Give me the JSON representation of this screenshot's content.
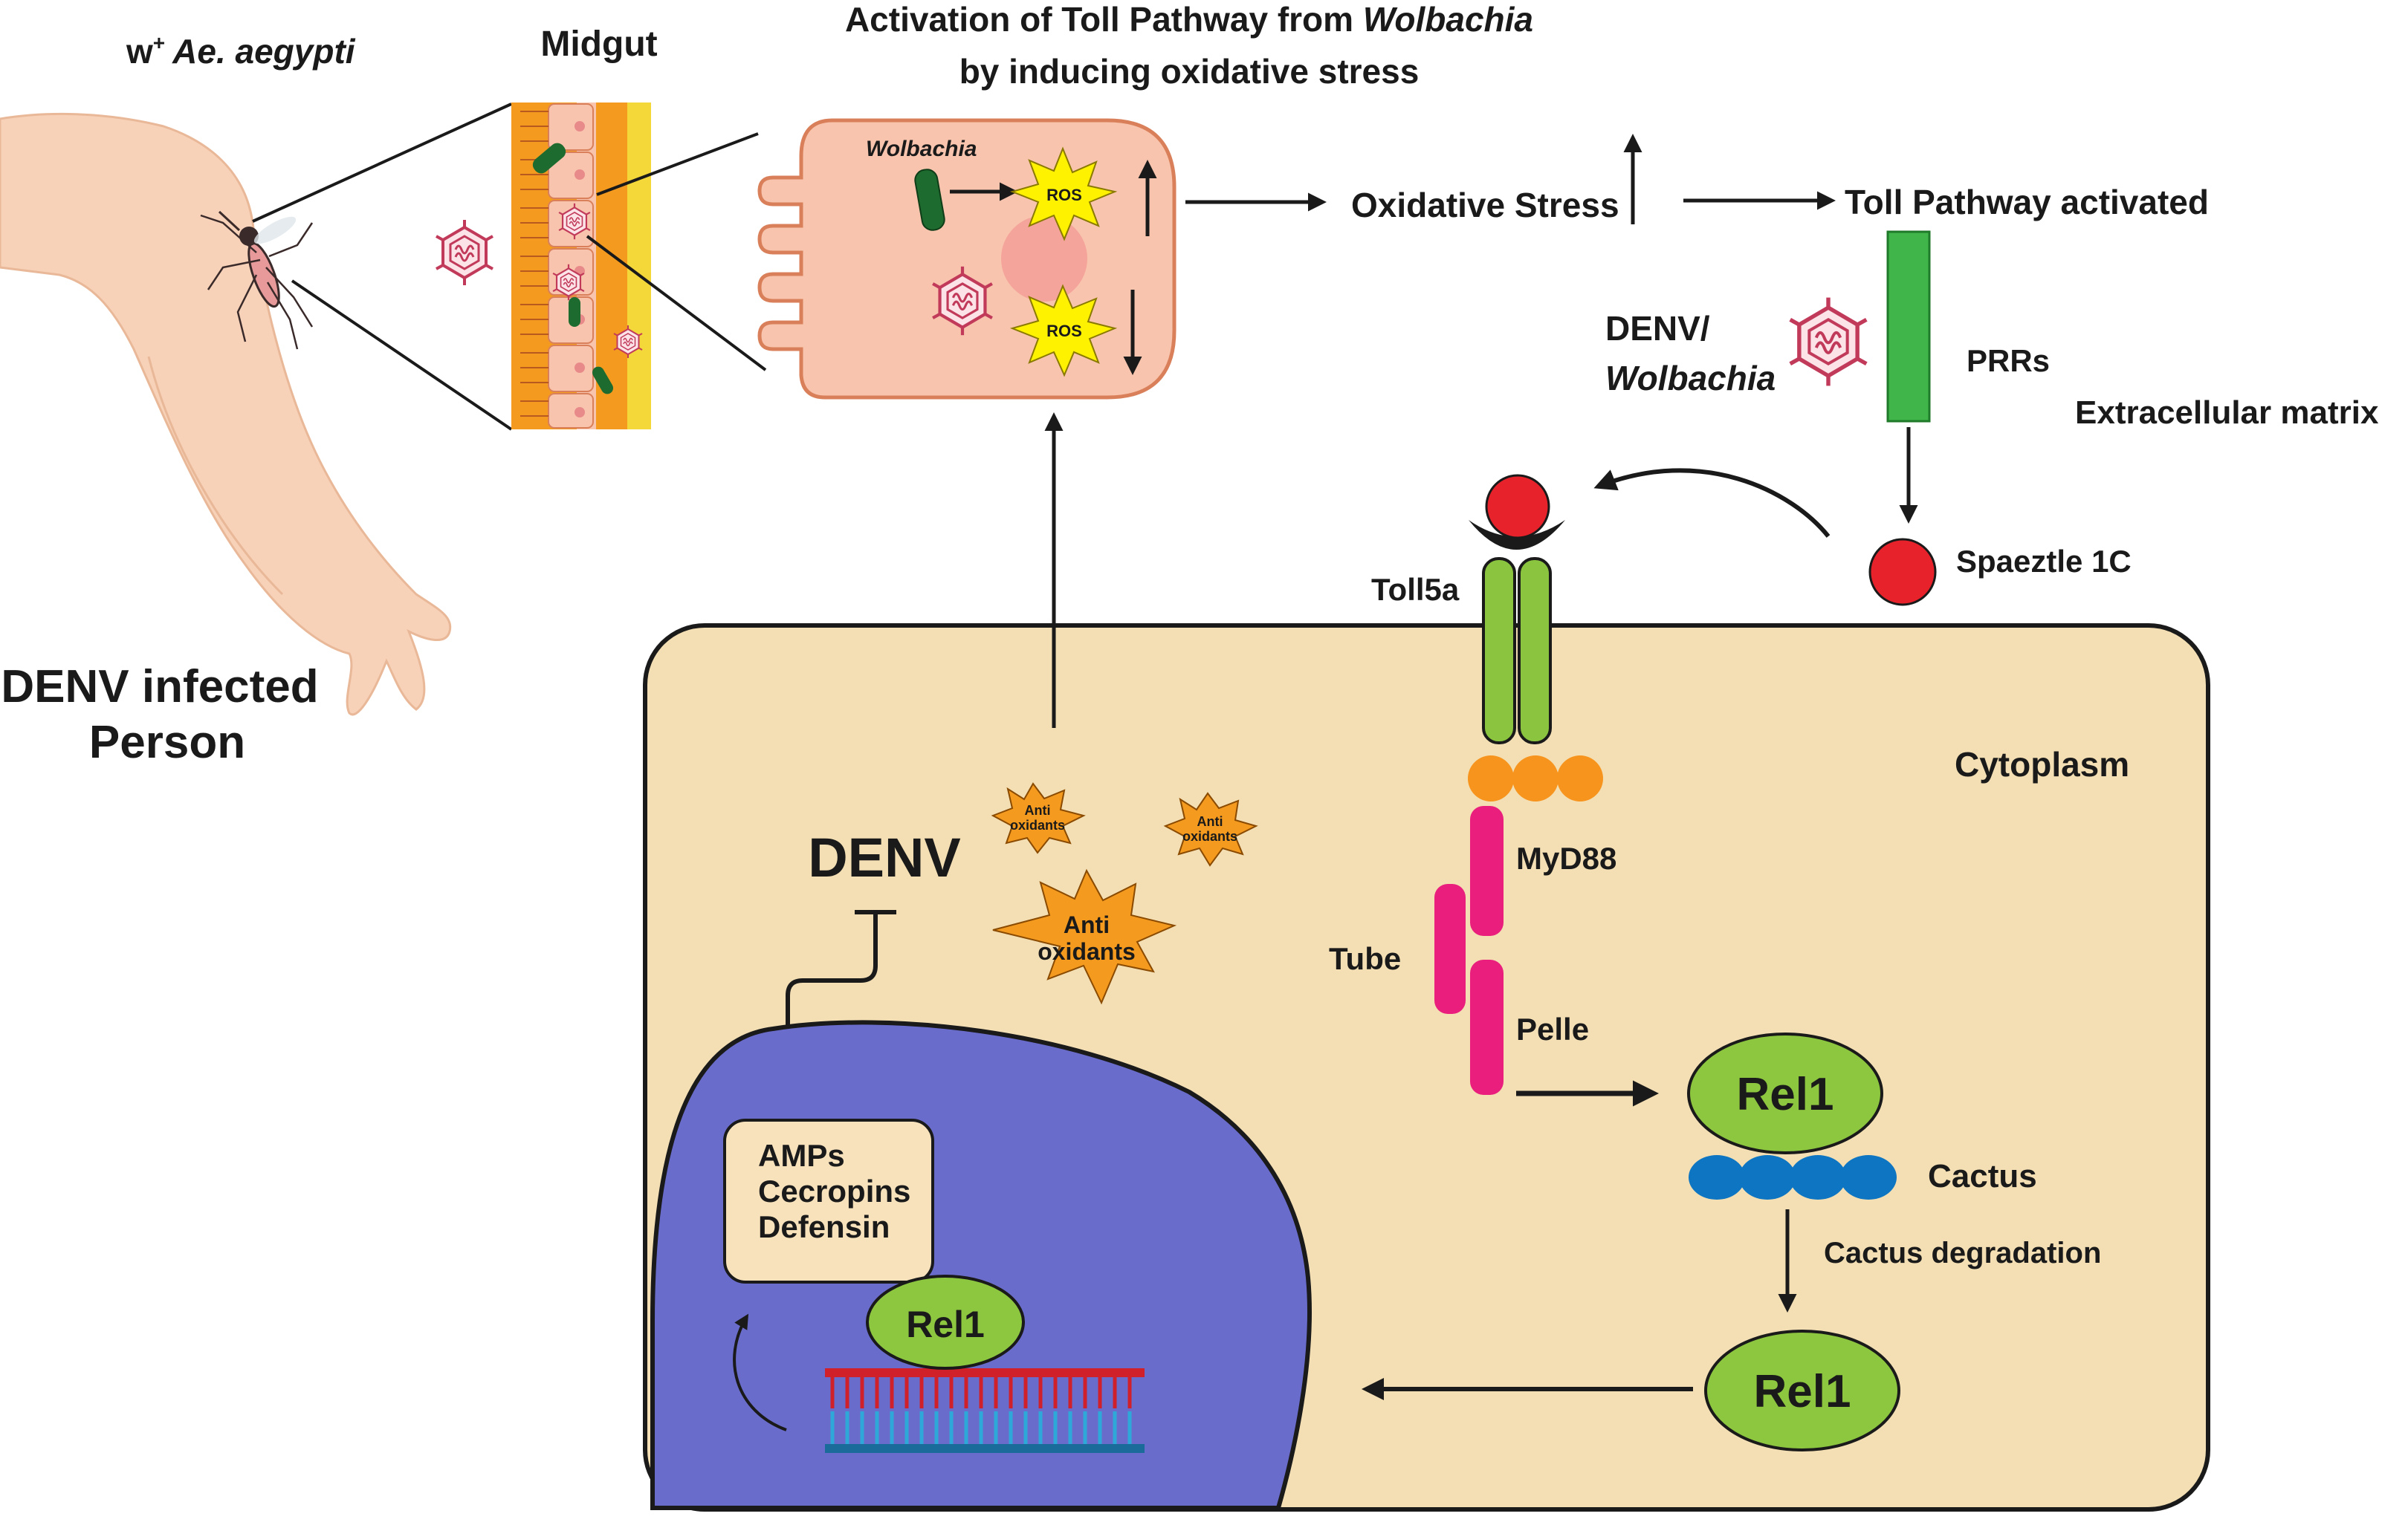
{
  "colors": {
    "cytoplasm": "#f3dfb3",
    "nucleus": "#6a6ccc",
    "midgut_cell": "#f8c4ad",
    "wolbachia": "#1e6b2f",
    "ros": "#fff200",
    "antioxidant": "#f49a1f",
    "receptor_green": "#8bc53f",
    "prr_green": "#3fb54a",
    "spaetzle_red": "#e8222a",
    "myd88_pink": "#e91e7d",
    "adapter_orange": "#f7941d",
    "cactus_blue": "#0d75c2",
    "rel1_green": "#8dc63f",
    "virus_pink": "#d4506e"
  },
  "labels": {
    "mosquito_title_sup": "+",
    "mosquito_title_w": "w",
    "mosquito_title_species": "Ae. aegypti",
    "midgut": "Midgut",
    "person_line1": "DENV infected",
    "person_line2": "Person",
    "title_line1a": "Activation of Toll Pathway from ",
    "title_line1b": "Wolbachia",
    "title_line2": "by inducing oxidative stress",
    "wolbachia_cell": "Wolbachia",
    "ros_top": "ROS",
    "ros_bottom": "ROS",
    "oxidative_stress": "Oxidative Stress",
    "toll_activated": "Toll Pathway activated",
    "denv_slash": "DENV/",
    "wolbachia_ligand": "Wolbachia",
    "prrs": "PRRs",
    "extracellular": "Extracellular matrix",
    "spaeztle": "Spaeztle 1C",
    "toll5a": "Toll5a",
    "cytoplasm": "Cytoplasm",
    "myd88": "MyD88",
    "tube": "Tube",
    "pelle": "Pelle",
    "denv_big": "DENV",
    "anti_small1": [
      "Anti",
      "oxidants"
    ],
    "anti_small2": [
      "Anti",
      "oxidants"
    ],
    "anti_big": [
      "Anti",
      "oxidants"
    ],
    "rel1_top": "Rel1",
    "cactus": "Cactus",
    "cactus_degradation": "Cactus degradation",
    "rel1_bottom": "Rel1",
    "rel1_nucleus": "Rel1",
    "amps": "AMPs",
    "cecropins": "Cecropins",
    "defensin": "Defensin"
  }
}
